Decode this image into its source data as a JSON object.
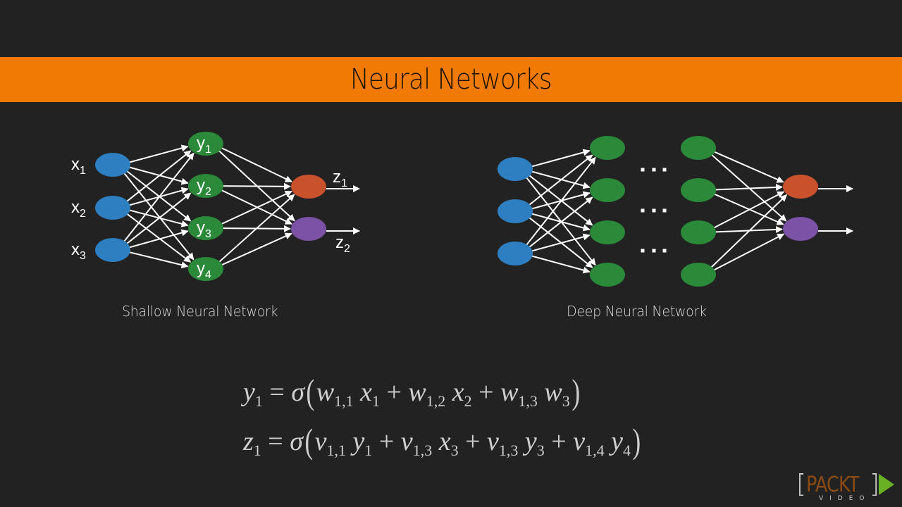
{
  "slide": {
    "title": "Neural Networks",
    "colors": {
      "background": "#222222",
      "banner": "#f07a04",
      "input_node": "#2e7fc2",
      "hidden_node": "#2a8a3a",
      "output_node_1": "#c9512b",
      "output_node_2": "#7b52a6",
      "edge": "#ffffff"
    }
  },
  "shallow": {
    "caption": "Shallow Neural Network",
    "input_labels": [
      "x",
      "x",
      "x"
    ],
    "input_subs": [
      "1",
      "2",
      "3"
    ],
    "hidden_labels": [
      "y",
      "y",
      "y",
      "y"
    ],
    "hidden_subs": [
      "1",
      "2",
      "3",
      "4"
    ],
    "output_labels": [
      "z",
      "z"
    ],
    "output_subs": [
      "1",
      "2"
    ]
  },
  "deep": {
    "caption": "Deep Neural Network",
    "ellipsis": "..."
  },
  "equations": {
    "eq1": {
      "lhs": "y",
      "lhs_sub": "1",
      "eq": "=",
      "sigma": "σ",
      "lp": "(",
      "rp": ")",
      "plus": "+",
      "terms": [
        {
          "w": "w",
          "wsub": "1,1",
          "v": "x",
          "vsub": "1"
        },
        {
          "w": "w",
          "wsub": "1,2",
          "v": "x",
          "vsub": "2"
        },
        {
          "w": "w",
          "wsub": "1,3",
          "v": "w",
          "vsub": "3"
        }
      ]
    },
    "eq2": {
      "lhs": "z",
      "lhs_sub": "1",
      "eq": "=",
      "sigma": "σ",
      "lp": "(",
      "rp": ")",
      "plus": "+",
      "terms": [
        {
          "w": "v",
          "wsub": "1,1",
          "v": "y",
          "vsub": "1"
        },
        {
          "w": "v",
          "wsub": "1,3",
          "v": "x",
          "vsub": "3"
        },
        {
          "w": "v",
          "wsub": "1,3",
          "v": "y",
          "vsub": "3"
        },
        {
          "w": "v",
          "wsub": "1,4",
          "v": "y",
          "vsub": "4"
        }
      ]
    }
  },
  "logo": {
    "lbracket": "[",
    "name": "PACKT",
    "rbracket": "]",
    "sub": "VIDEO"
  }
}
